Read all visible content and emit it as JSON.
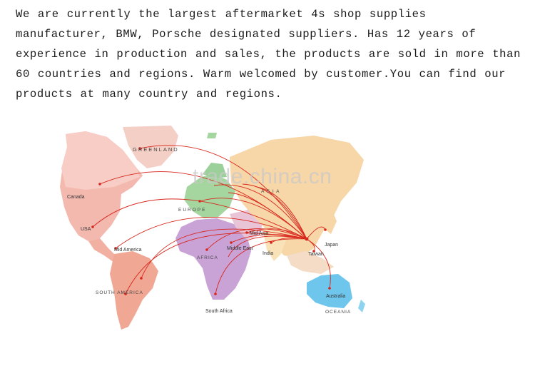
{
  "description_text": "We are currently the largest aftermarket 4s shop supplies manufacturer, BMW, Porsche designated suppliers. Has 12 years of experience in production and sales, the products are sold in more than 60 countries and regions. Warm welcomed by customer.You can find our products at many country and regions.",
  "watermark": "trade.china.cn",
  "map": {
    "labels": {
      "greenland": "GREENLAND",
      "canada": "Canada",
      "usa": "USA",
      "europe": "EUROPE",
      "asia": "A S I A",
      "mid_asia": "Mid Asia",
      "middle_east": "Middle East",
      "india": "India",
      "japan": "Japan",
      "taiwan": "Taiwan",
      "mid_america": "Mid America",
      "africa": "AFRICA",
      "south_america": "SOUTH AMERICA",
      "south_africa": "South Africa",
      "australia": "Australia",
      "oceania": "OCEANIA"
    },
    "colors": {
      "route": "#d8261c",
      "north_america": "#f3b8ae",
      "greenland": "#f4cfc6",
      "south_america": "#f0a794",
      "europe": "#a5d6a0",
      "africa": "#c9a3d6",
      "asia": "#f7d6a8",
      "australia": "#6ec6ec"
    }
  }
}
